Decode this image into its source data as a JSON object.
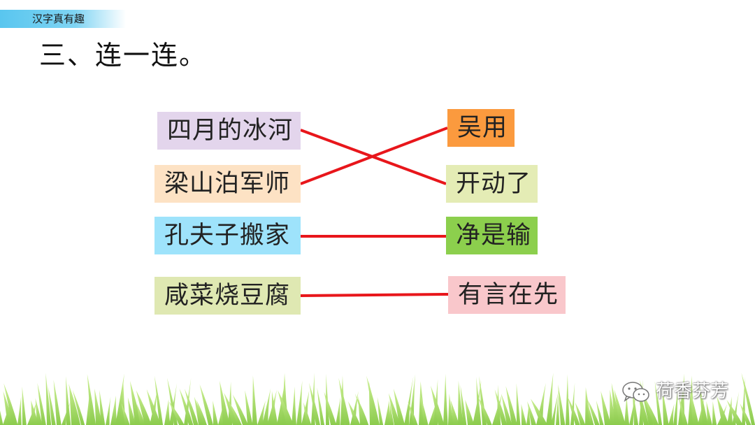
{
  "header": {
    "banner_text": "汉字真有趣"
  },
  "title": "三、连一连。",
  "left_items": [
    {
      "label": "四月的冰河",
      "color": "#e3d5ec"
    },
    {
      "label": "梁山泊军师",
      "color": "#fde2c4"
    },
    {
      "label": "孔夫子搬家",
      "color": "#9ee3fb"
    },
    {
      "label": "咸菜烧豆腐",
      "color": "#dfe8b2"
    }
  ],
  "right_items": [
    {
      "label": "吴用",
      "color": "#fb9a3e"
    },
    {
      "label": "开动了",
      "color": "#e4ecb5"
    },
    {
      "label": "净是输",
      "color": "#8ccf4d"
    },
    {
      "label": "有言在先",
      "color": "#f9c7cb"
    }
  ],
  "connections": [
    {
      "from": "四月的冰河",
      "to": "开动了"
    },
    {
      "from": "梁山泊军师",
      "to": "吴用"
    },
    {
      "from": "孔夫子搬家",
      "to": "净是输"
    },
    {
      "from": "咸菜烧豆腐",
      "to": "有言在先"
    }
  ],
  "line_color": "#e8161b",
  "watermark": {
    "text": "荷香芬芳",
    "icon": "wechat-icon"
  }
}
